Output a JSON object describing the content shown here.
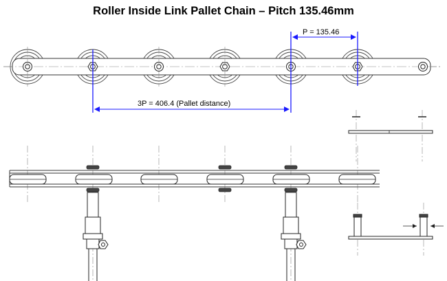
{
  "title": "Roller Inside Link Pallet Chain – Pitch 135.46mm",
  "dimensions": {
    "pitch_label": "P = 135.46",
    "pallet_label": "3P = 406.4 (Pallet distance)"
  },
  "colors": {
    "dimension_line": "#1a1aff",
    "outline": "#333333",
    "centerline": "#888888"
  }
}
